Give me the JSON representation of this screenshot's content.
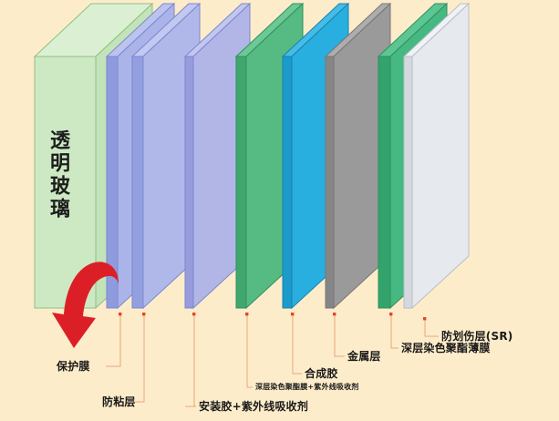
{
  "diagram": {
    "title_text_vertical": "透明玻璃",
    "background_color": "#fdecca",
    "leader_color": "#e8a87c",
    "leader_dot_color": "#e8432a",
    "arrow_color": "#dc1f26",
    "arrow_name": "apply-direction-arrow"
  },
  "layers": [
    {
      "id": "glass",
      "name": "transparent-glass-slab",
      "label": "透明玻璃",
      "face_color": "#cde9c4",
      "top_color": "#dbf0d3",
      "side_color": "#c3e3b9"
    },
    {
      "id": "protective",
      "name": "protective-film-panel",
      "label": "保护膜",
      "face_color": "#aab4e8",
      "top_color": "#bcc4ee",
      "side_color": "#8e9bdd"
    },
    {
      "id": "release",
      "name": "release-liner-panel",
      "label": "防粘层",
      "face_color": "#b0b8ea",
      "top_color": "#c2c8f0",
      "side_color": "#949fe0"
    },
    {
      "id": "mount-adh",
      "name": "mounting-adhesive-panel",
      "label": "安装胶+紫外线吸收剂",
      "face_color": "#b2b6e6",
      "top_color": "#c3c6ee",
      "side_color": "#969cdc"
    },
    {
      "id": "dyed-pet-uv",
      "name": "dyed-polyester-uv-panel",
      "label": "深层染色聚酯膜+紫外线吸收剂",
      "face_color": "#56bb82",
      "top_color": "#6cc995",
      "side_color": "#3fa76d"
    },
    {
      "id": "lamin-adh",
      "name": "laminating-adhesive-panel",
      "label": "合成胶",
      "face_color": "#29aee0",
      "top_color": "#45bbe6",
      "side_color": "#1b9bcb"
    },
    {
      "id": "metal",
      "name": "metal-layer-panel",
      "label": "金属层",
      "face_color": "#9a9a9a",
      "top_color": "#adadad",
      "side_color": "#868686"
    },
    {
      "id": "dyed-pet",
      "name": "dyed-polyester-film-panel",
      "label": "深层染色聚酯薄膜",
      "face_color": "#46b881",
      "top_color": "#5cc692",
      "side_color": "#33a36c"
    },
    {
      "id": "scratch",
      "name": "scratch-resistant-panel",
      "label": "防划伤层(SR)",
      "face_color": "#e6e9ee",
      "top_color": "#f0f2f5",
      "side_color": "#d4d8df"
    }
  ],
  "callouts": [
    {
      "id": "protective",
      "name": "callout-protective-film",
      "text": "保护膜",
      "size": "md"
    },
    {
      "id": "release",
      "name": "callout-release-liner",
      "text": "防粘层",
      "size": "md"
    },
    {
      "id": "mount-adh",
      "name": "callout-mounting-adhesive",
      "text": "安装胶+紫外线吸收剂",
      "size": "md"
    },
    {
      "id": "dyed-pet-uv",
      "name": "callout-dyed-polyester-uv",
      "text": "深层染色聚酯膜+紫外线吸收剂",
      "size": "sm"
    },
    {
      "id": "lamin-adh",
      "name": "callout-laminating-adhesive",
      "text": "合成胶",
      "size": "md"
    },
    {
      "id": "metal",
      "name": "callout-metal-layer",
      "text": "金属层",
      "size": "md"
    },
    {
      "id": "dyed-pet",
      "name": "callout-dyed-polyester",
      "text": "深层染色聚酯薄膜",
      "size": "md"
    },
    {
      "id": "scratch",
      "name": "callout-scratch-resistant",
      "text": "防划伤层(SR)",
      "size": "md"
    }
  ]
}
